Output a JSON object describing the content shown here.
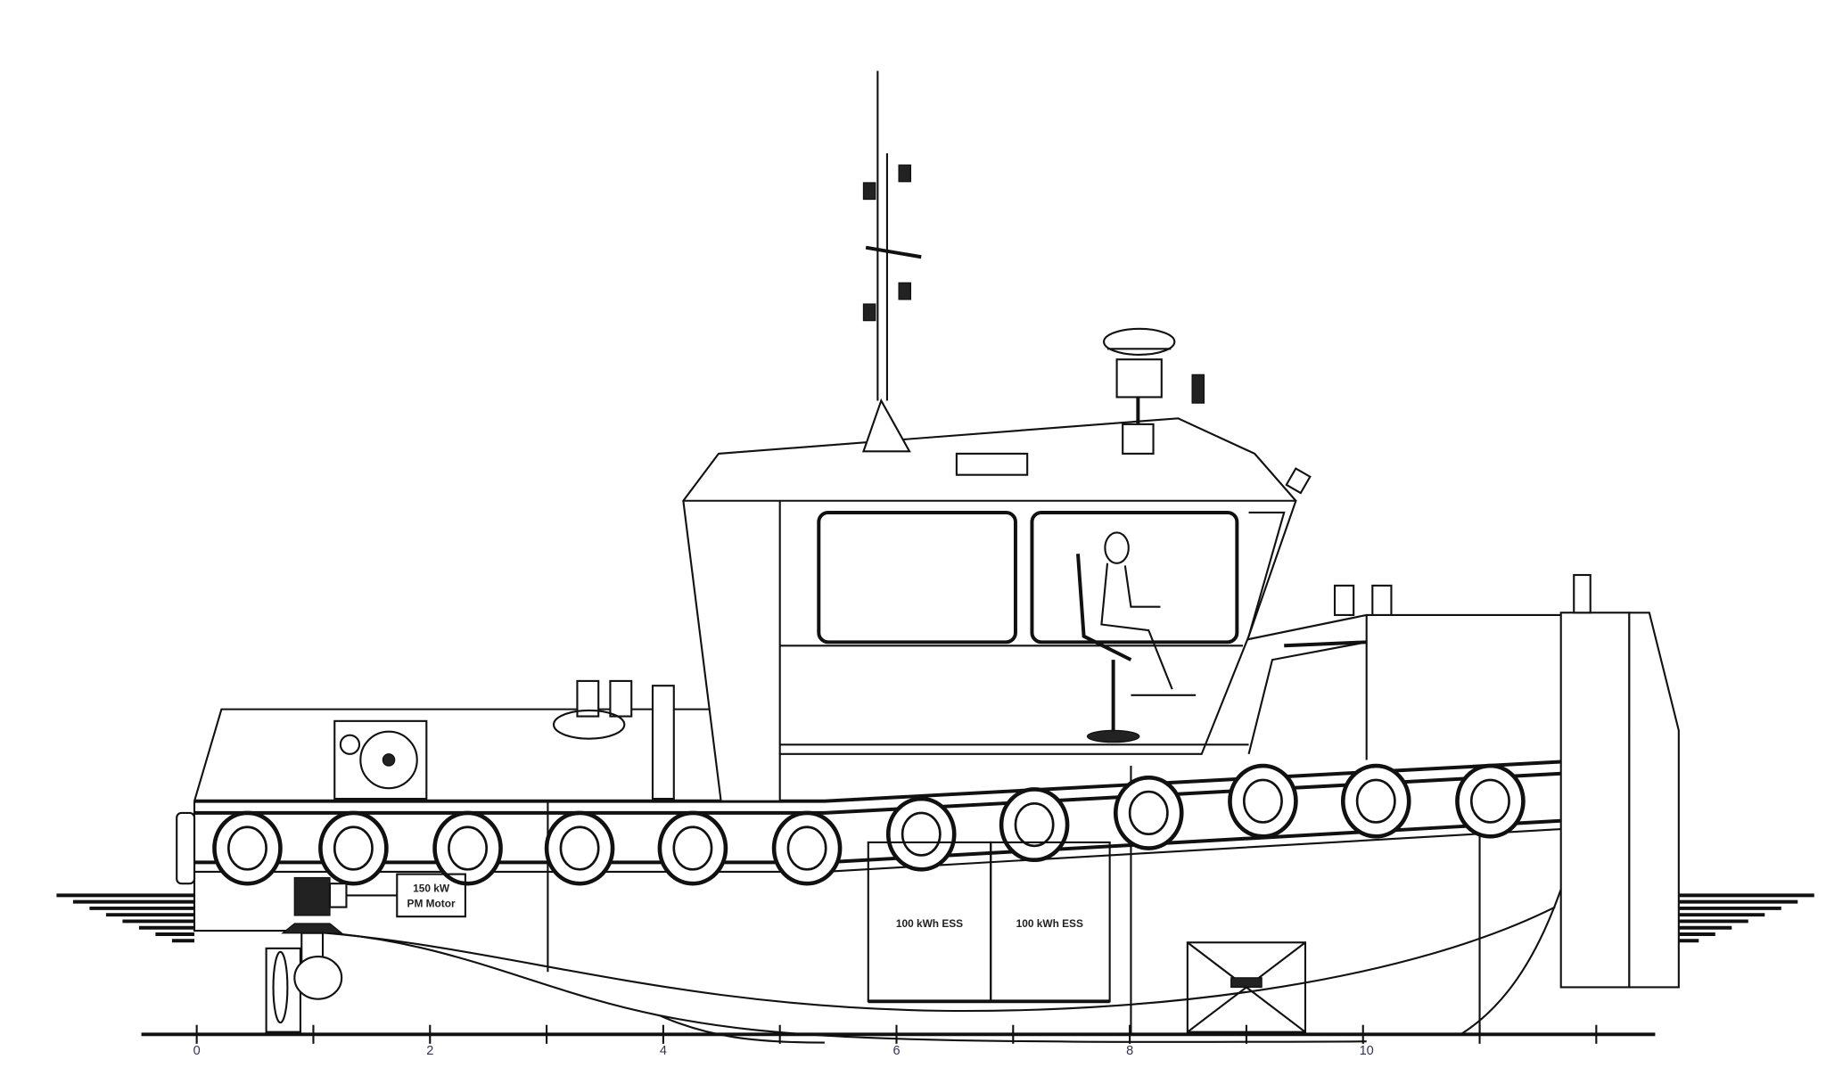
{
  "drawing": {
    "title": "Electric tug side elevation",
    "motor_label_line1": "150 kW",
    "motor_label_line2": "PM Motor",
    "battery_labels": [
      "100 kWh ESS",
      "100 kWh ESS"
    ],
    "scale_labels": [
      "0",
      "2",
      "4",
      "6",
      "8",
      "10"
    ]
  }
}
